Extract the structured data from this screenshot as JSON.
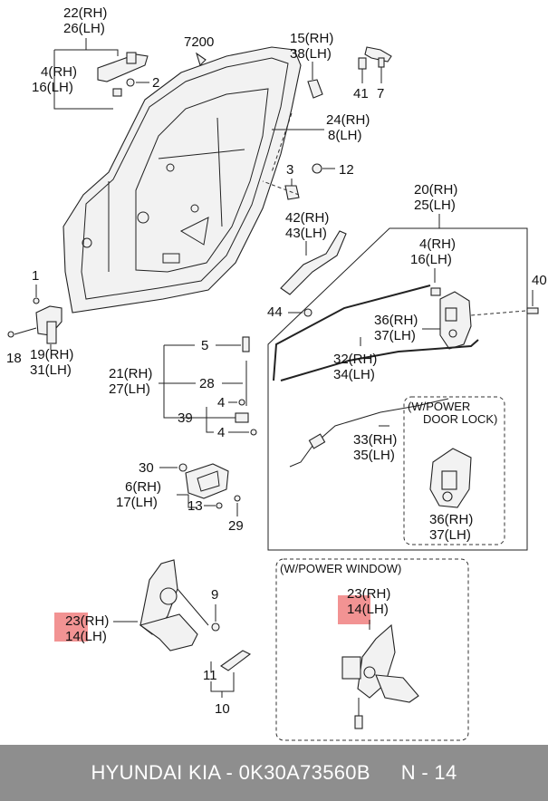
{
  "callouts": {
    "c22": "22(RH)",
    "c26": "26(LH)",
    "c4a": "4(RH)",
    "c16a": "16(LH)",
    "c2": "2",
    "c7200": "7200",
    "c15": "15(RH)",
    "c38": "38(LH)",
    "c41": "41",
    "c7": "7",
    "c24": "24(RH)",
    "c8": "8(LH)",
    "c3": "3",
    "c12": "12",
    "c20": "20(RH)",
    "c25": "25(LH)",
    "c42": "42(RH)",
    "c43": "43(LH)",
    "c4b": "4(RH)",
    "c16b": "16(LH)",
    "c40": "40",
    "c44": "44",
    "c1": "1",
    "c18": "18",
    "c19": "19(RH)",
    "c31": "31(LH)",
    "c36a": "36(RH)",
    "c37a": "37(LH)",
    "c32": "32(RH)",
    "c34": "34(LH)",
    "c5": "5",
    "c21": "21(RH)",
    "c27": "27(LH)",
    "c28": "28",
    "c4c": "4",
    "c39": "39",
    "c4d": "4",
    "c33": "33(RH)",
    "c35": "35(LH)",
    "c30": "30",
    "c6": "6(RH)",
    "c17": "17(LH)",
    "c13": "13",
    "c29": "29",
    "c36b": "36(RH)",
    "c37b": "37(LH)",
    "c9": "9",
    "c23a": "23(RH)",
    "c14a": "14(LH)",
    "c11": "11",
    "c10": "10",
    "c23b": "23(RH)",
    "c14b": "14(LH)"
  },
  "boxes": {
    "power_door_lock_line1": "(W/POWER",
    "power_door_lock_line2": "DOOR LOCK)",
    "power_window": "(W/POWER WINDOW)"
  },
  "highlight_color": "#f08080",
  "footer": {
    "brand": "HYUNDAI  KIA - 0K30A73560B",
    "page": "N - 14"
  }
}
